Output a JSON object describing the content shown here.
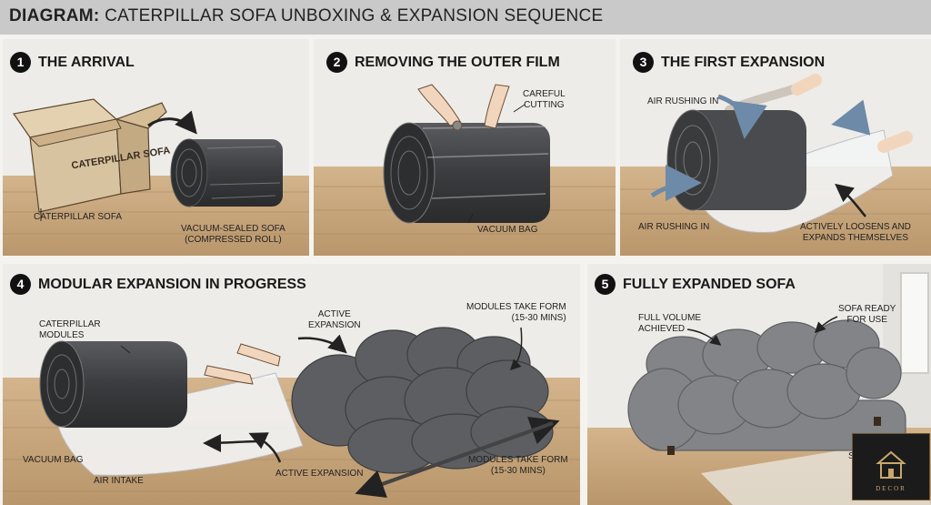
{
  "header": {
    "prefix": "DIAGRAM:",
    "title": "CATERPILLAR SOFA UNBOXING & EXPANSION SEQUENCE"
  },
  "panels": [
    {
      "number": "1",
      "title": "THE ARRIVAL",
      "box_print": "CATERPILLAR SOFA",
      "labels": {
        "box": "CATERPILLAR SOFA",
        "roll_line1": "VACUUM-SEALED SOFA",
        "roll_line2": "(COMPRESSED ROLL)"
      }
    },
    {
      "number": "2",
      "title": "REMOVING THE OUTER FILM",
      "labels": {
        "cut_line1": "CAREFUL",
        "cut_line2": "CUTTING",
        "bag": "VACUUM BAG"
      }
    },
    {
      "number": "3",
      "title": "THE FIRST EXPANSION",
      "labels": {
        "air_top": "AIR RUSHING IN",
        "air_bottom": "AIR RUSHING IN",
        "loosen_line1": "ACTIVELY LOOSENS AND",
        "loosen_line2": "EXPANDS THEMSELVES"
      }
    },
    {
      "number": "4",
      "title": "MODULAR EXPANSION IN PROGRESS",
      "labels": {
        "modules_line1": "CATERPILLAR",
        "modules_line2": "MODULES",
        "active_top_line1": "ACTIVE",
        "active_top_line2": "EXPANSION",
        "form_top_line1": "MODULES TAKE FORM",
        "form_top_line2": "(15-30 MINS)",
        "bag": "VACUUM BAG",
        "air": "AIR INTAKE",
        "active_bottom": "ACTIVE EXPANSION",
        "form_bottom_line1": "MODULES TAKE FORM",
        "form_bottom_line2": "(15-30 MINS)"
      }
    },
    {
      "number": "5",
      "title": "FULLY EXPANDED SOFA",
      "labels": {
        "volume_line1": "FULL VOLUME",
        "volume_line2": "ACHIEVED",
        "ready_line1": "SOFA READY",
        "ready_line2": "FOR USE",
        "partial": "S"
      }
    }
  ],
  "logo": {
    "text": "DECOR",
    "icon": "house-icon"
  },
  "colors": {
    "header_bg": "#c9c9c9",
    "floor": "#c9a77d",
    "wall": "#ecebe8",
    "fabric_dark": "#4a4b4e",
    "fabric_grey": "#7f8084",
    "logo_gold": "#c9a86a"
  }
}
